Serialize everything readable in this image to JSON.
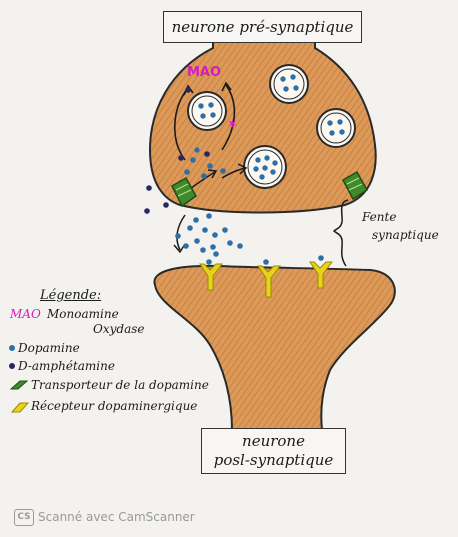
{
  "labels": {
    "presynaptic": "neurone pré-synaptique",
    "postsynaptic_line1": "neurone",
    "postsynaptic_line2": "posl-synaptique",
    "mao": "MAO",
    "cleft_line1": "Fente",
    "cleft_line2": "synaptique"
  },
  "legend": {
    "title": "Légende:",
    "mao_abbr": "MAO",
    "mao_line1": "Monoamine",
    "mao_line2": "Oxydase",
    "dopamine": "Dopamine",
    "amphetamine": "D-amphétamine",
    "transporter": "Transporteur de la dopamine",
    "receptor": "Récepteur dopaminergique"
  },
  "watermark": {
    "badge": "CS",
    "text": "Scanné avec CamScanner"
  },
  "colors": {
    "neuron": "#d9924f",
    "dopamine": "#2e6fa6",
    "amphetamine": "#2c2563",
    "mao": "#d21dbe",
    "transporter": "#3f8a2c",
    "receptor": "#e8d21e"
  }
}
